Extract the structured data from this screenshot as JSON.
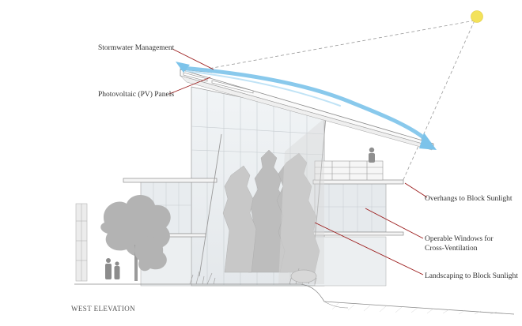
{
  "labels": {
    "stormwater": "Stormwater Management",
    "pv": "Photovoltaic (PV) Panels",
    "overhangs": "Overhangs to Block Sunlight",
    "windows_l1": "Operable Windows for",
    "windows_l2": "Cross-Ventilation",
    "landscaping": "Landscaping to Block Sunlight"
  },
  "caption": "WEST ELEVATION",
  "colors": {
    "sun": "#f3e25a",
    "airflow": "#7cc3ea",
    "leader": "#9b1b1b",
    "line": "#8a8a8a",
    "glass": "#e9eef1",
    "tree": "#bdbdbd"
  }
}
